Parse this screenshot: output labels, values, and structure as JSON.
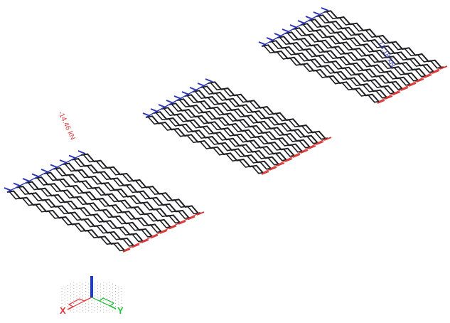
{
  "canvas": {
    "background": "#ffffff"
  },
  "colors": {
    "member": "#1f1f22",
    "positive": "#d93a3a",
    "negative": "#2b35b5",
    "axis_x": "#e3343a",
    "axis_y": "#1fbf37",
    "axis_z": "#1d3bd1",
    "grid_dot": "#9a9a9a"
  },
  "labels": {
    "left_force": "-14.46 kN",
    "right_force": "13.18 kN"
  },
  "axis_labels": {
    "x": "X",
    "y": "Y"
  }
}
